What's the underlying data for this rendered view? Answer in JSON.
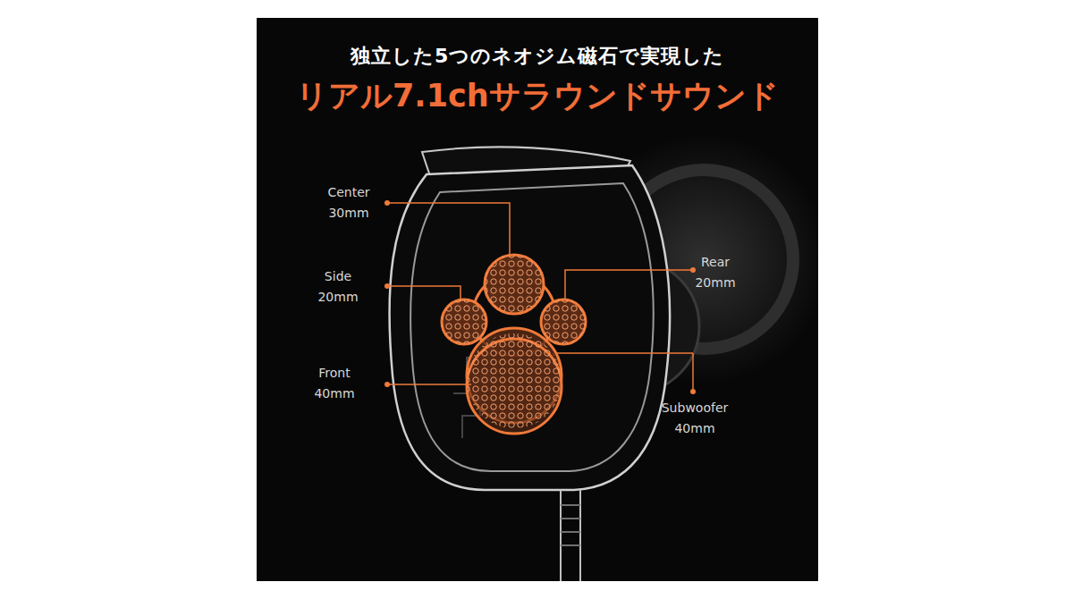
{
  "diagram": {
    "title": "独立した5つのネオジム磁石で実現した",
    "labels": [
      "リアル7.1chサラウンドサウンド",
      "Center 30mm",
      "Side 20mm",
      "Front 40mm",
      "Rear 20mm",
      "Subwoofer 40mm"
    ]
  }
}
